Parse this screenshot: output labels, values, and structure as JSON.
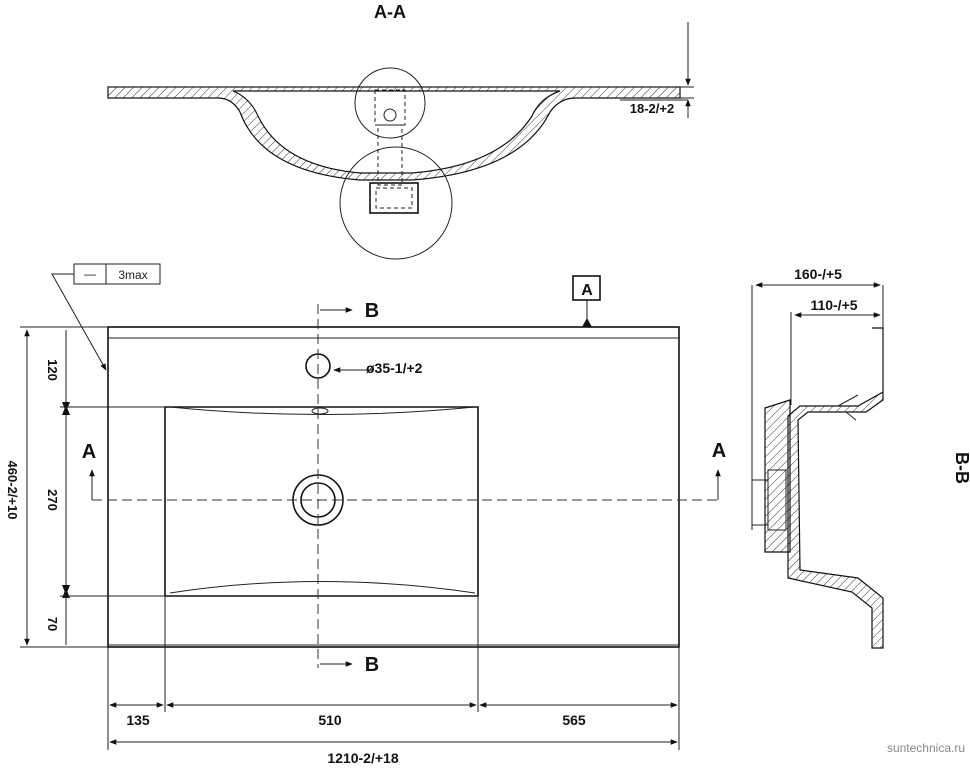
{
  "sections": {
    "aa_title": "A-A",
    "bb_title": "B-B",
    "b_cut_top": "B",
    "b_cut_bottom": "B",
    "a_cut_left": "A",
    "a_cut_right": "A",
    "datum": "A"
  },
  "dimensions": {
    "thickness": "18-2/+2",
    "hole": "ø35-1/+2",
    "depth_total": "160-/+5",
    "depth_bowl": "110-/+5",
    "height_total": "460-2/+10",
    "h_top": "120",
    "h_mid": "270",
    "h_bottom": "70",
    "w_left": "135",
    "w_bowl": "510",
    "w_right": "565",
    "width_total": "1210-2/+18"
  },
  "tolerance_box": {
    "symbol": "—",
    "value": "3max"
  },
  "watermark": "suntechnica.ru"
}
